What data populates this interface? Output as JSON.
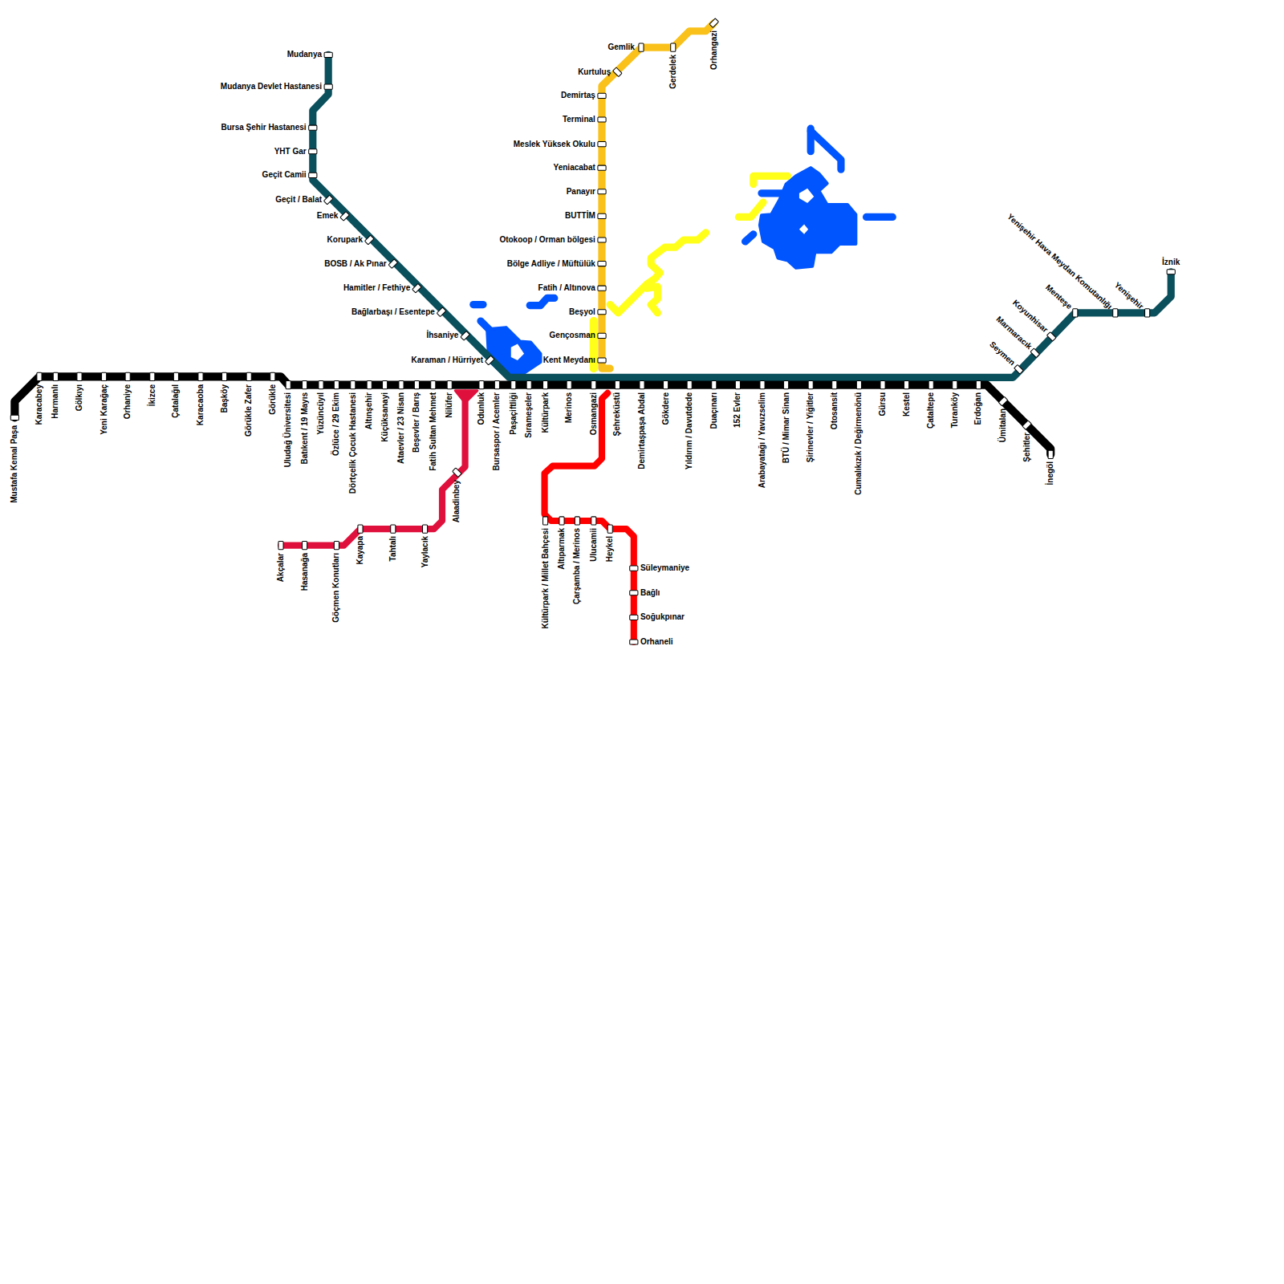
{
  "diagram": {
    "labels": [
      "Mudanya",
      "Mudanya Devlet Hastanesi",
      "Bursa Şehir Hastanesi",
      "YHT Gar",
      "Geçit Camii",
      "Geçit / Balat",
      "Emek",
      "Korupark",
      "BOSB / Ak Pınar",
      "Hamitler / Fethiye",
      "Bağlarbaşı / Esentepe",
      "İhsaniye",
      "Karaman / Hürriyet",
      "Gemlik",
      "Gerdelek",
      "Orhangazi",
      "Kurtuluş",
      "Demirtaş",
      "Terminal",
      "Meslek Yüksek Okulu",
      "Yeniacabat",
      "Panayır",
      "BUTTİM",
      "Otokoop / Orman bölgesi",
      "Bölge Adliye / Müftülük",
      "Fatih / Altınova",
      "Beşyol",
      "Gençosman",
      "Kent Meydanı",
      "Mustafa Kemal Paşa",
      "Karacabey",
      "Harmanlı",
      "Gölkıyı",
      "Yeni Karağaç",
      "Orhaniye",
      "İkizce",
      "Çatalağıl",
      "Karacaoba",
      "Başköy",
      "Görükle Zafer",
      "Görükle",
      "Uludağ Üniversitesi",
      "Batıkent / 19 Mayıs",
      "Yüzüncüyıl",
      "Özlüce / 29 Ekim",
      "Dörtçelik Çocuk Hastanesi",
      "Altınşehir",
      "Küçüksanayi",
      "Ataevler / 23 Nisan",
      "Beşevler / Barış",
      "Fatih Sultan Mehmet",
      "Nilüfer",
      "Odunluk",
      "Bursaspor / Acemler",
      "Paşaçiftliği",
      "Sırameşeler",
      "Kültürpark",
      "Merinos",
      "Osmangazi",
      "Şehreküstü",
      "Demirtaşpaşa Abdal",
      "Gökdere",
      "Yıldırım / Davutdede",
      "Duaçınarı",
      "152 Evler",
      "Arabayatağı / Yavuzselim",
      "BTÜ / Mimar Sinan",
      "Şirinevler / Yiğitler",
      "Otosansit",
      "Cumalıkızık / Değirmenönü",
      "Gürsu",
      "Kestel",
      "Çataltepe",
      "Turanköy",
      "Erdoğan",
      "Ümitalan",
      "Şehitler",
      "İnegöl",
      "Seymen",
      "Marmaracık",
      "Koyunhisar",
      "Menteşe",
      "Yenişehir Hava Meydan Komutanlığı",
      "Yenişehir",
      "İznik",
      "Alaadinbey",
      "Yaylacık",
      "Tahtalı",
      "Kayapa",
      "Göçmen Konutları",
      "Hasanağa",
      "Akçalar",
      "Kültürpark / Millet Bahçesi",
      "Altıparmak",
      "Çarşamba / Merinos",
      "Ulucamii",
      "Heykel",
      "Süleymaniye",
      "Bağlı",
      "Soğukpınar",
      "Orhaneli"
    ]
  }
}
